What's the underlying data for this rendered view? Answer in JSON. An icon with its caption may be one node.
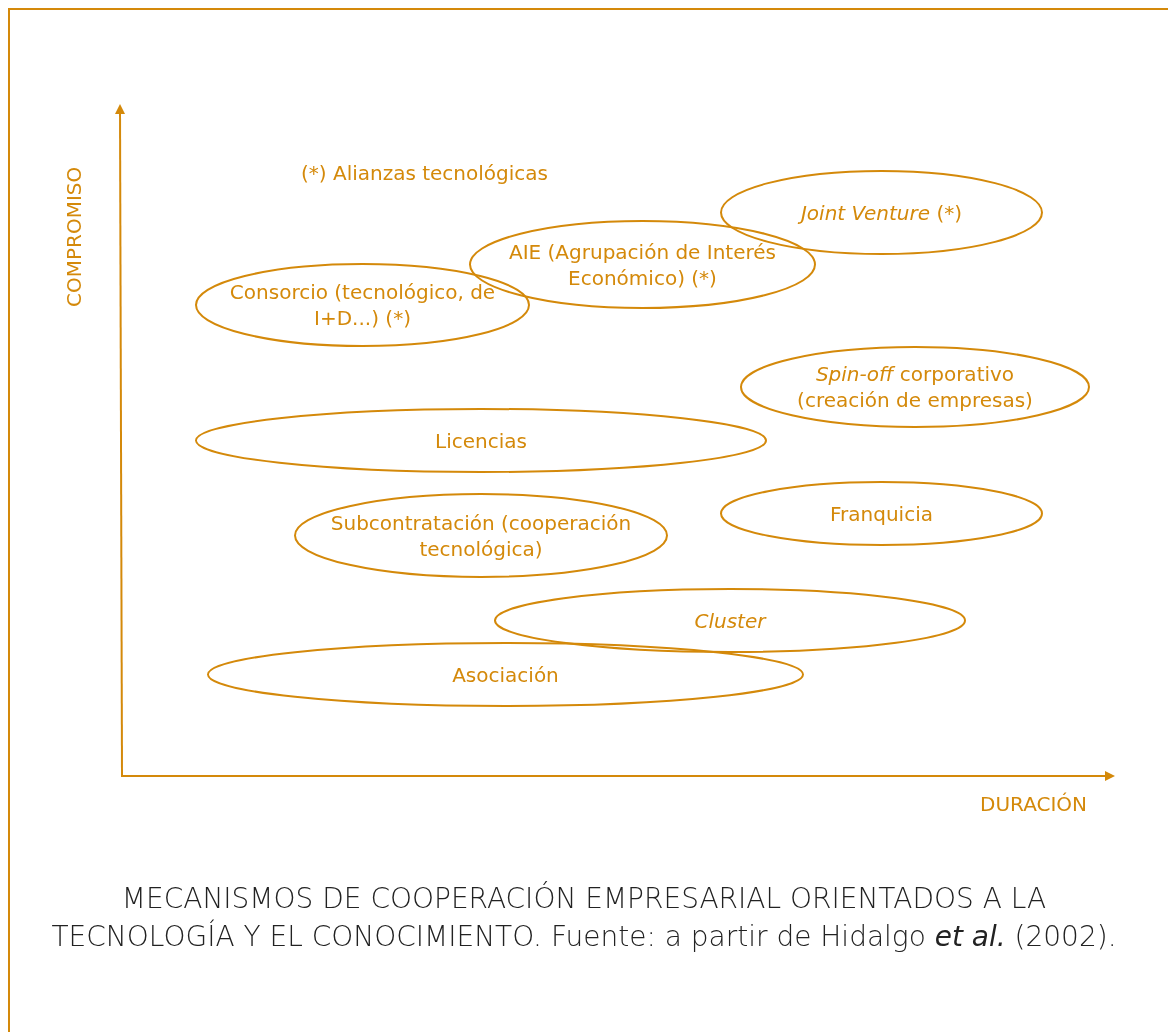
{
  "diagram": {
    "caption": "MECANISMOS DE COOPERACIÓN EMPRESARIAL ORIENTADOS A LA TECNOLOGÍA Y EL CONOCIMIENTO. Fuente: a partir de Hidalgo *et al.* (2002).",
    "nodes": [
      {
        "text": [
          "*Joint Venture* (*)"
        ]
      },
      {
        "text": [
          "AIE (Agrupación de Interés Económico) (*)"
        ]
      },
      {
        "text": [
          "Consorcio (tecnológico, de I+D...) (*)"
        ]
      },
      {
        "text": [
          "*Spin-off* corporativo (creación de empresas)"
        ]
      },
      {
        "text": [
          "Licencias"
        ]
      },
      {
        "text": [
          "Franquicia"
        ]
      },
      {
        "text": [
          "Subcontratación (cooperación tecnológica)"
        ]
      },
      {
        "text": [
          "Cluster"
        ]
      },
      {
        "text": [
          "Asociación"
        ]
      }
    ],
    "edges": [],
    "labels": [
      "COMPROMISO",
      "(*) Alianzas tecnológicas",
      "DURACIÓN"
    ]
  }
}
